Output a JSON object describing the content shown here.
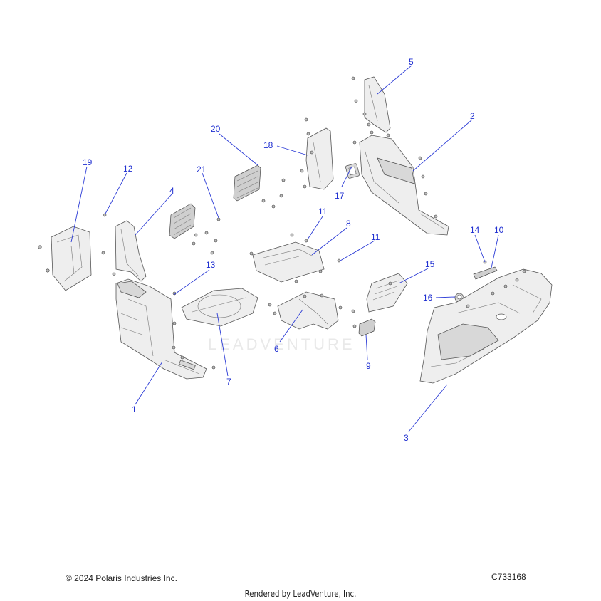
{
  "watermark": "LEADVENTURE",
  "callouts": [
    {
      "id": "c1",
      "label": "1"
    },
    {
      "id": "c2",
      "label": "2"
    },
    {
      "id": "c3",
      "label": "3"
    },
    {
      "id": "c4",
      "label": "4"
    },
    {
      "id": "c5",
      "label": "5"
    },
    {
      "id": "c6",
      "label": "6"
    },
    {
      "id": "c7",
      "label": "7"
    },
    {
      "id": "c8",
      "label": "8"
    },
    {
      "id": "c9",
      "label": "9"
    },
    {
      "id": "c10",
      "label": "10"
    },
    {
      "id": "c11a",
      "label": "11"
    },
    {
      "id": "c11b",
      "label": "11"
    },
    {
      "id": "c12",
      "label": "12"
    },
    {
      "id": "c13",
      "label": "13"
    },
    {
      "id": "c14",
      "label": "14"
    },
    {
      "id": "c15",
      "label": "15"
    },
    {
      "id": "c16",
      "label": "16"
    },
    {
      "id": "c17",
      "label": "17"
    },
    {
      "id": "c18",
      "label": "18"
    },
    {
      "id": "c19",
      "label": "19"
    },
    {
      "id": "c20",
      "label": "20"
    },
    {
      "id": "c21",
      "label": "21"
    }
  ],
  "footer": {
    "copyright": "© 2024 Polaris Industries Inc.",
    "code": "C733168",
    "rendered": "Rendered by LeadVenture, Inc."
  },
  "colors": {
    "callout": "#1f2fd1",
    "part_fill": "#eeeeee",
    "outline": "#555555"
  }
}
